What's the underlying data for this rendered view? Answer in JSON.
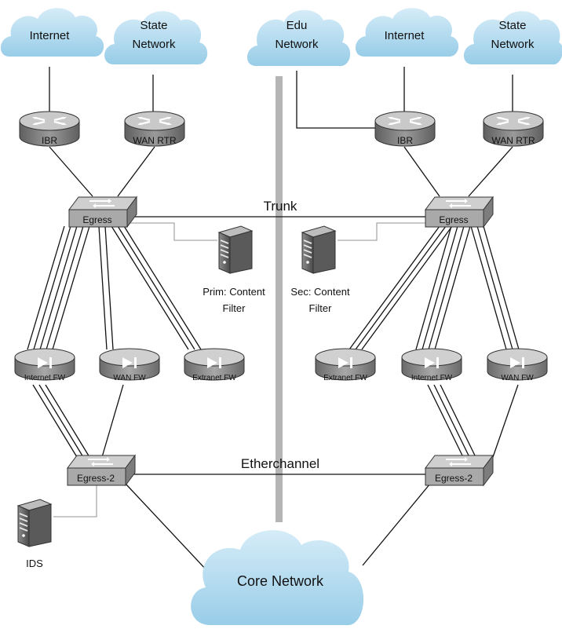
{
  "clouds": {
    "left_internet": "Internet",
    "left_state_line1": "State",
    "left_state_line2": "Network",
    "edu_line1": "Edu",
    "edu_line2": "Network",
    "right_internet": "Internet",
    "right_state_line1": "State",
    "right_state_line2": "Network",
    "core": "Core Network"
  },
  "routers": {
    "left_ibr": "IBR",
    "left_wan": "WAN RTR",
    "right_ibr": "IBR",
    "right_wan": "WAN RTR"
  },
  "switches": {
    "left_egress": "Egress",
    "right_egress": "Egress",
    "left_egress2": "Egress-2",
    "right_egress2": "Egress-2"
  },
  "firewalls": {
    "left_internet_fw": "Internet FW",
    "left_wan_fw": "WAN FW",
    "left_extranet_fw": "Extranet FW",
    "right_extranet_fw": "Extranet FW",
    "right_internet_fw": "Internet FW",
    "right_wan_fw": "WAN FW"
  },
  "servers": {
    "prim_line1": "Prim: Content",
    "prim_line2": "Filter",
    "sec_line1": "Sec: Content",
    "sec_line2": "Filter",
    "ids": "IDS"
  },
  "links": {
    "trunk": "Trunk",
    "etherchannel": "Etherchannel"
  }
}
